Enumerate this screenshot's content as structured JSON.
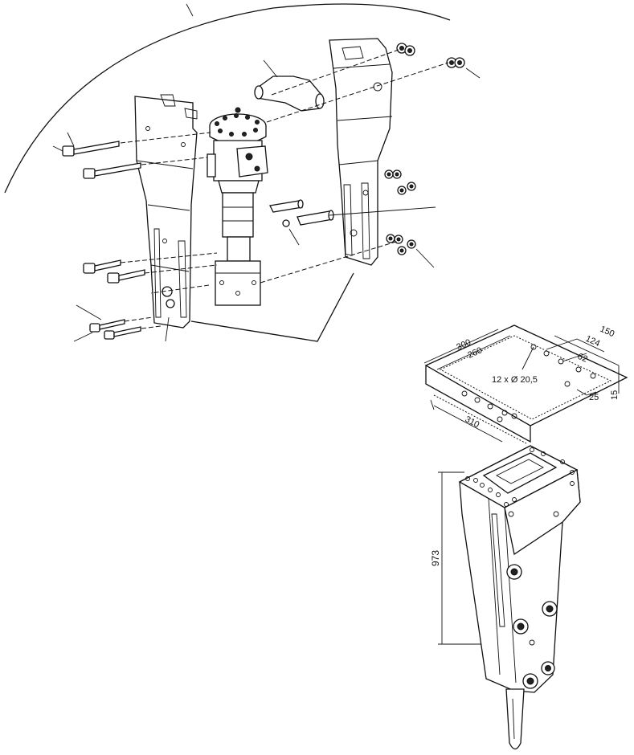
{
  "plate": {
    "label_300": "300",
    "label_260": "260",
    "label_150": "150",
    "label_124": "124",
    "label_62": "62",
    "label_holes": "12 x Ø 20,5",
    "label_25": "25",
    "label_15": "15",
    "label_310": "310"
  },
  "hammer": {
    "label_height": "973"
  }
}
